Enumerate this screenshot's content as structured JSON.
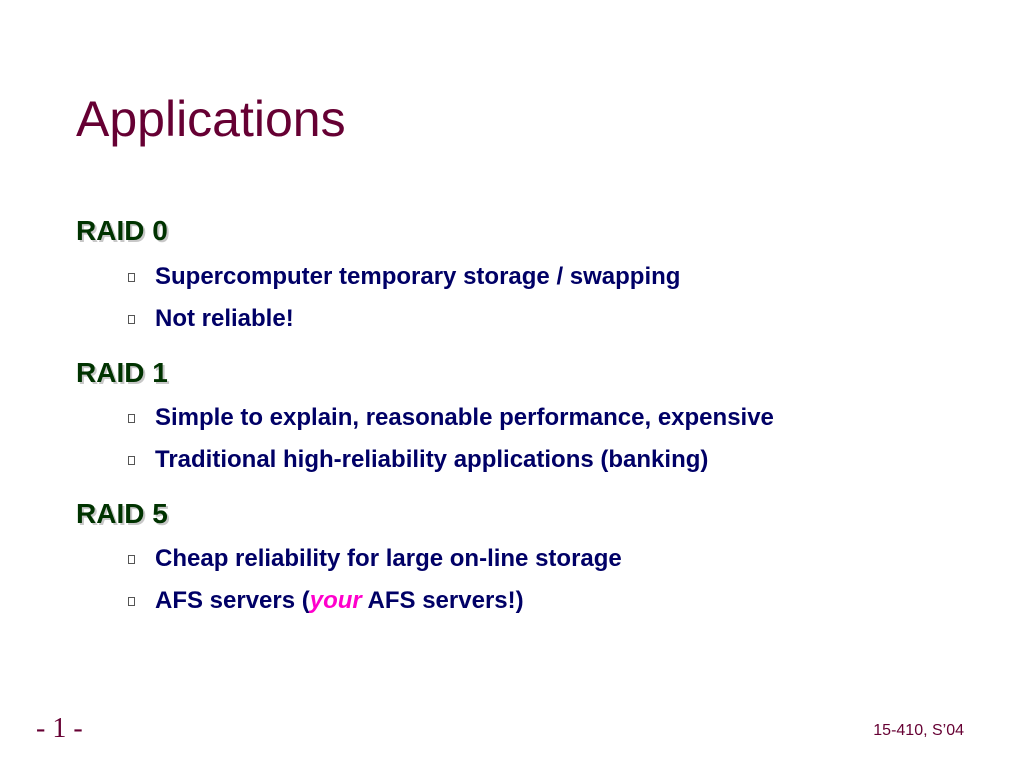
{
  "slide": {
    "title": "Applications",
    "sections": [
      {
        "heading": "RAID 0",
        "bullets": [
          "Supercomputer temporary storage / swapping",
          "Not reliable!"
        ]
      },
      {
        "heading": "RAID 1",
        "bullets": [
          "Simple to explain, reasonable performance, expensive",
          "Traditional high-reliability applications (banking)"
        ]
      },
      {
        "heading": "RAID 5",
        "bullets": [
          "Cheap reliability for large on-line storage"
        ],
        "afs_bullet": {
          "before": "AFS servers (",
          "emphasis": "your",
          "after": " AFS servers!)"
        }
      }
    ],
    "footer": {
      "page_number": "- 1 -",
      "course": "15-410, S’04"
    }
  },
  "colors": {
    "title": "#660033",
    "heading": "#003300",
    "bullet_text": "#000066",
    "emphasis": "#ff00cc"
  }
}
